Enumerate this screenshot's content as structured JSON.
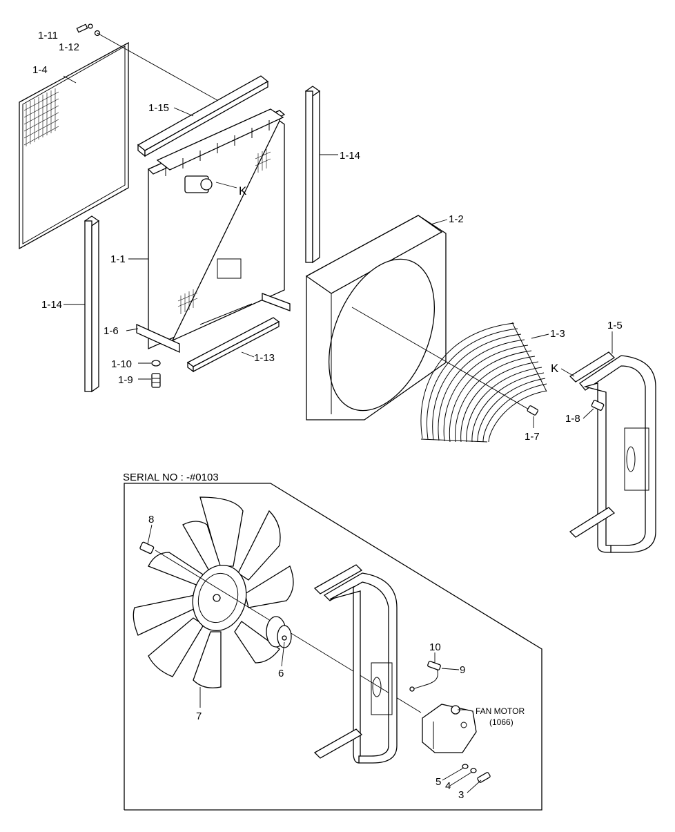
{
  "labels": {
    "p1_11": "1-11",
    "p1_12": "1-12",
    "p1_4": "1-4",
    "p1_15": "1-15",
    "p1_14a": "1-14",
    "p1_14b": "1-14",
    "p1_2": "1-2",
    "p1_1": "1-1",
    "p1_6": "1-6",
    "p1_13": "1-13",
    "p1_10": "1-10",
    "p1_9": "1-9",
    "p1_3": "1-3",
    "p1_5": "1-5",
    "p1_7": "1-7",
    "p1_8": "1-8",
    "k1": "K",
    "k2": "K",
    "p8": "8",
    "p6": "6",
    "p7": "7",
    "p10": "10",
    "p9": "9",
    "p5": "5",
    "p4": "4",
    "p3": "3"
  },
  "serial_box": {
    "title": "SERIAL NO : -#0103",
    "fan_motor": "FAN MOTOR",
    "fan_motor_ref": "(1066)"
  }
}
